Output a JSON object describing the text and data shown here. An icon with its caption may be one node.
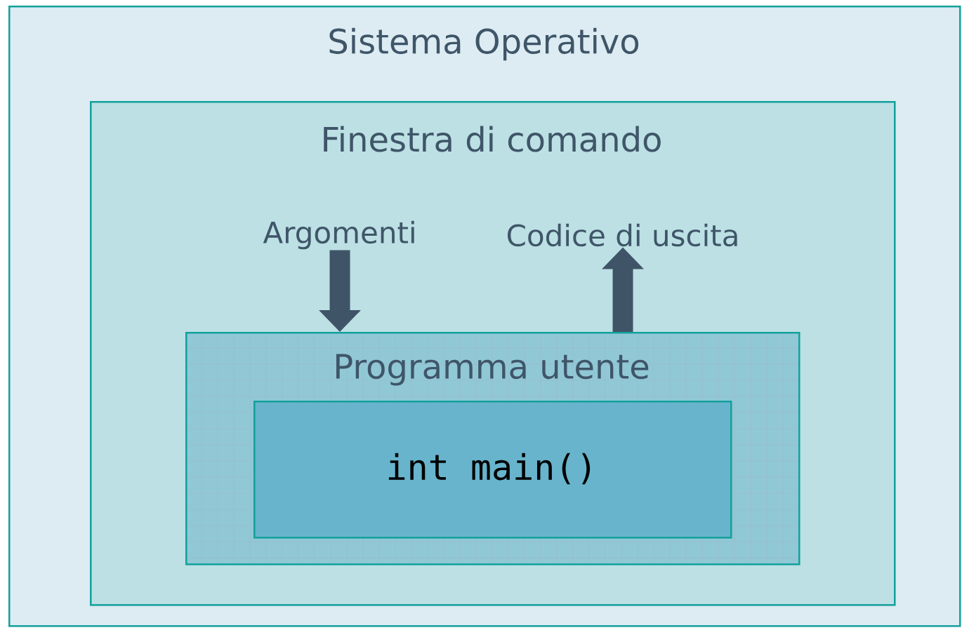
{
  "diagram": {
    "nodes": [
      {
        "text": [
          "Sistema Operativo"
        ]
      },
      {
        "text": [
          "Finestra di comando"
        ],
        "in": 0
      },
      {
        "text": [
          "Argomenti"
        ],
        "in": 1
      },
      {
        "text": [
          "Codice di uscita"
        ],
        "in": 1
      },
      {
        "text": [
          "Programma utente"
        ],
        "in": 1
      },
      {
        "text": [
          "int main()"
        ],
        "in": 4
      }
    ],
    "edges": [
      {
        "from": 2,
        "to": 4,
        "arrow": "to"
      },
      {
        "from": 4,
        "to": 3,
        "arrow": "to"
      }
    ]
  }
}
